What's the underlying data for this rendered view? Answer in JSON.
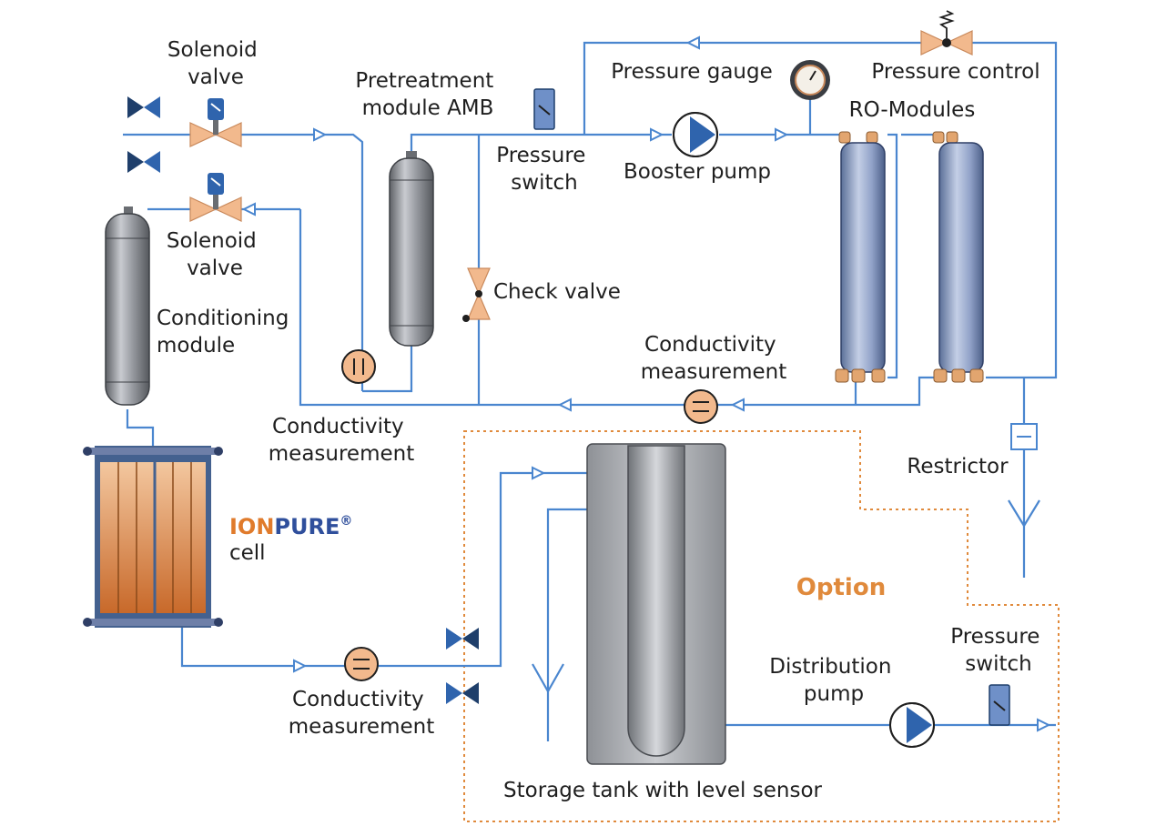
{
  "labels": {
    "solenoid_valve_top": [
      "Solenoid",
      "valve"
    ],
    "pretreatment": [
      "Pretreatment",
      "module AMB"
    ],
    "pressure_gauge": "Pressure gauge",
    "pressure_control": "Pressure control",
    "ro_modules": "RO-Modules",
    "pressure_switch_top": [
      "Pressure",
      "switch"
    ],
    "booster_pump": "Booster pump",
    "solenoid_valve_mid": [
      "Solenoid",
      "valve"
    ],
    "check_valve": "Check valve",
    "conditioning_module": [
      "Conditioning",
      "module"
    ],
    "conductivity_right": [
      "Conductivity",
      "measurement"
    ],
    "conductivity_left": [
      "Conductivity",
      "measurement"
    ],
    "restrictor": "Restrictor",
    "ionpure_brand_a": "ION",
    "ionpure_brand_b": "PURE",
    "ionpure_reg": "®",
    "ionpure_cell": "cell",
    "option": "Option",
    "pressure_switch_bottom": [
      "Pressure",
      "switch"
    ],
    "distribution_pump": [
      "Distribution",
      "pump"
    ],
    "conductivity_bottom": [
      "Conductivity",
      "measurement"
    ],
    "storage_tank": "Storage tank with level sensor"
  },
  "colors": {
    "pipe": "#4a86cf",
    "option_border": "#e08a3c",
    "valve_body": "#f2b98d",
    "valve_actuator": "#2f64ad",
    "cell_copper": "#d8854a"
  }
}
